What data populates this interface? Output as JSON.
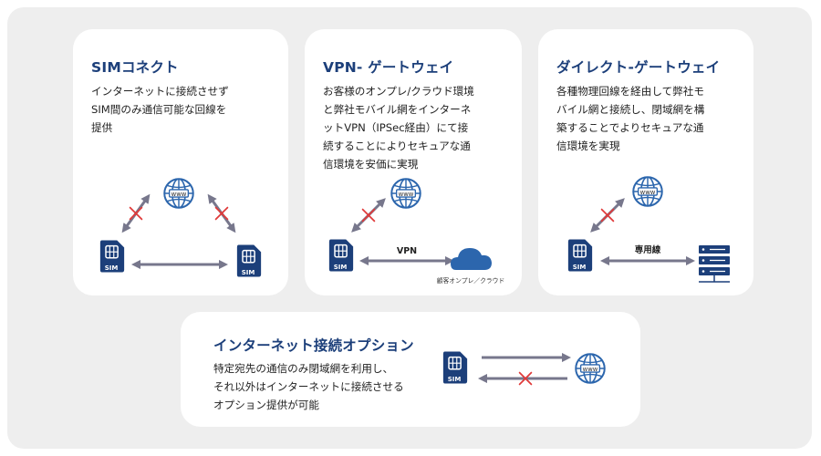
{
  "colors": {
    "navy": "#1c3f7a",
    "blue": "#2c66ad",
    "arrow": "#77778c",
    "cross": "#e03a3a",
    "card": "#ffffff",
    "background": "#eeeeee"
  },
  "cards": {
    "sim_connect": {
      "title": "SIMコネクト",
      "description": "インターネットに接続させず\nSIM間のみ通信可能な回線を\n提供"
    },
    "vpn_gateway": {
      "title": "VPN- ゲートウェイ",
      "description": "お客様のオンプレ/クラウド環境\nと弊社モバイル網をインターネ\nットVPN（IPSec経由）にて接\n続することによりセキュアな通\n信環境を安価に実現",
      "link_label": "VPN",
      "destination_label": "顧客オンプレ／クラウド"
    },
    "direct_gateway": {
      "title": "ダイレクト-ゲートウェイ",
      "description": "各種物理回線を経由して弊社モ\nバイル網と接続し、閉域網を構\n築することでよりセキュアな通\n信環境を実現",
      "link_label": "専用線"
    },
    "internet_option": {
      "title": "インターネット接続オプション",
      "description": "特定宛先の通信のみ閉域網を利用し、\nそれ以外はインターネットに接続させる\nオプション提供が可能"
    }
  },
  "icons": {
    "globe_label": "www",
    "sim_label": "SIM",
    "globe": "globe-icon",
    "sim": "sim-card-icon",
    "cloud": "cloud-icon",
    "server": "server-rack-icon",
    "blocked": "cross-icon"
  }
}
